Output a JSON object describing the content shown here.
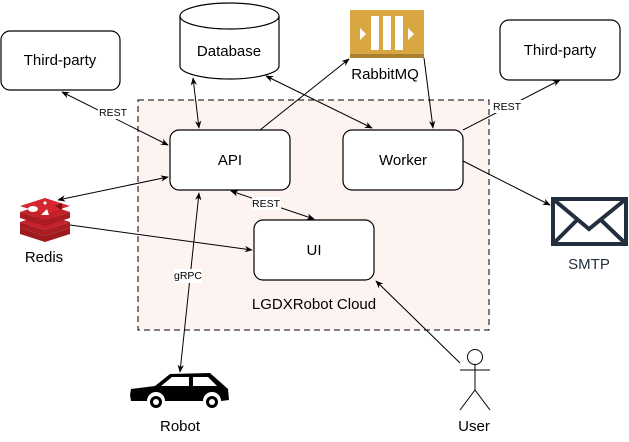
{
  "diagram": {
    "cloud": {
      "label": "LGDXRobot Cloud",
      "fill": "#fdf3f1"
    },
    "nodes": {
      "third_party_left": "Third-party",
      "third_party_right": "Third-party",
      "database": "Database",
      "rabbitmq": "RabbitMQ",
      "api": "API",
      "worker": "Worker",
      "ui": "UI",
      "redis": "Redis",
      "smtp": "SMTP",
      "robot": "Robot",
      "user": "User"
    },
    "edge_labels": {
      "third_party_api": "REST",
      "worker_third_party": "REST",
      "api_ui": "REST",
      "api_robot": "gRPC"
    },
    "colors": {
      "rabbitmq": "#d9a741",
      "redis": "#c6202a",
      "smtp": "#232f3e"
    }
  }
}
